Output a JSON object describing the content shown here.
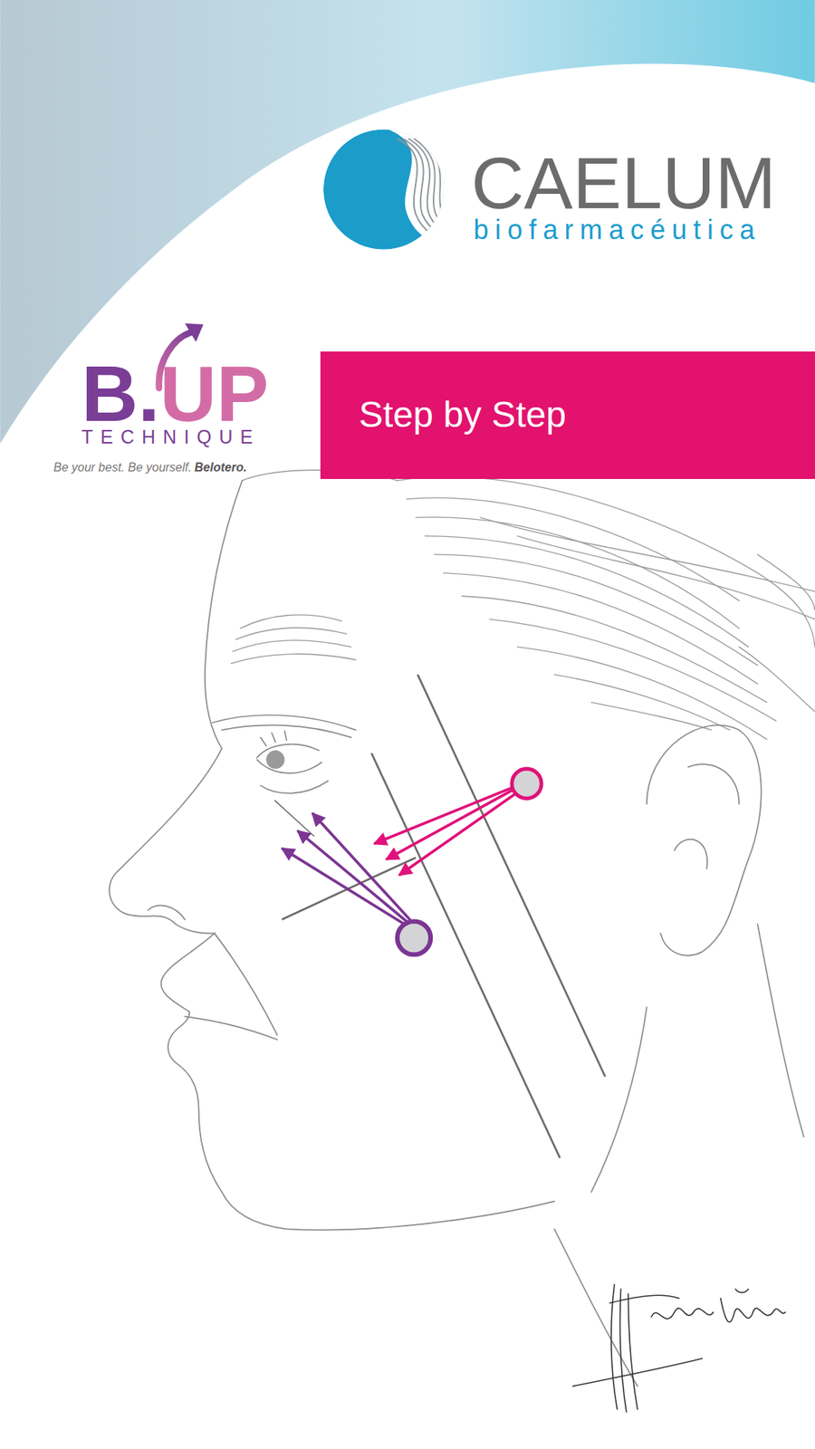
{
  "diagram": {
    "nodes": [
      {
        "text": [
          "Step by Step"
        ]
      }
    ],
    "labels": [
      "CAELUM",
      "biofarmacéutica",
      "B.",
      "UP",
      "TECHNIQUE",
      "Be your best. Be yourself.",
      "Belotero."
    ]
  }
}
